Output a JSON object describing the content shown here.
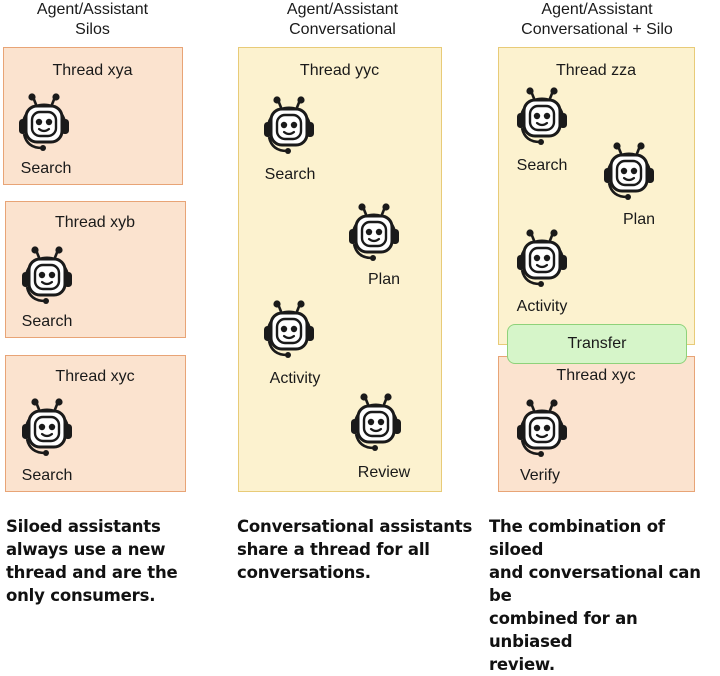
{
  "columns": {
    "silos": {
      "title_line1": "Agent/Assistant",
      "title_line2": "Silos",
      "threads": [
        {
          "label": "Thread xya",
          "bots": [
            "Search"
          ]
        },
        {
          "label": "Thread xyb",
          "bots": [
            "Search"
          ]
        },
        {
          "label": "Thread xyc",
          "bots": [
            "Search"
          ]
        }
      ],
      "caption": [
        "Siloed assistants",
        "always use a new",
        "thread and are the",
        "only consumers."
      ]
    },
    "conversational": {
      "title_line1": "Agent/Assistant",
      "title_line2": "Conversational",
      "thread_label": "Thread yyc",
      "bots": [
        "Search",
        "Plan",
        "Activity",
        "Review"
      ],
      "caption": [
        "Conversational assistants",
        "share a thread for all",
        "conversations."
      ]
    },
    "combined": {
      "title_line1": "Agent/Assistant",
      "title_line2": "Conversational + Silo",
      "thread_label": "Thread zza",
      "bots": [
        "Search",
        "Plan",
        "Activity"
      ],
      "transfer_label": "Transfer",
      "silo_thread_label": "Thread xyc",
      "silo_bot": "Verify",
      "caption": [
        "The combination of siloed",
        "and conversational can be",
        "combined for an unbiased",
        "review."
      ]
    }
  },
  "colors": {
    "silo_fill": "#fbe3cf",
    "silo_border": "#e8a476",
    "conv_fill": "#fcf2cf",
    "conv_border": "#e8cb78",
    "transfer_fill": "#d6f5c9",
    "transfer_border": "#8ed27a"
  },
  "icons": {
    "bot": "robot-headset-icon"
  }
}
